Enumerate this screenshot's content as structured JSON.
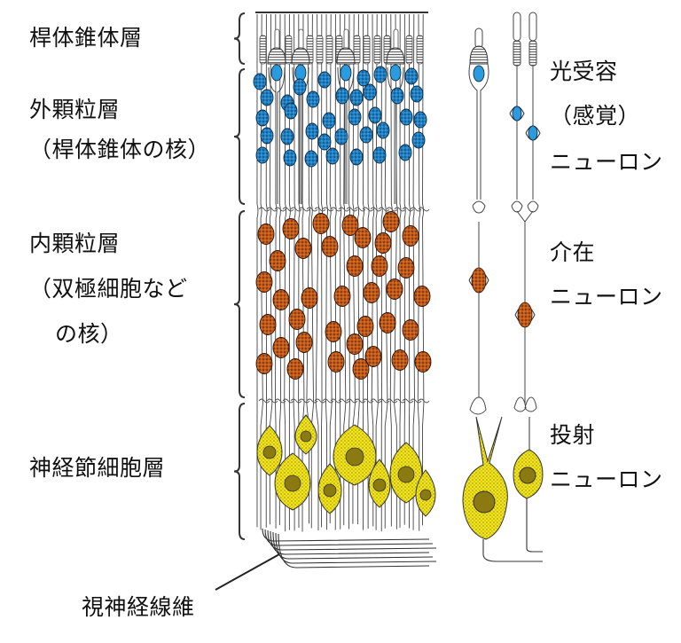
{
  "title": "網膜の層構造",
  "left_labels": {
    "rod_cone_layer": "桿体錐体層",
    "outer_nuclear_layer": "外顆粒層",
    "outer_nuclear_note": "（桿体錐体の核）",
    "inner_nuclear_layer": "内顆粒層",
    "inner_nuclear_note_1": "（双極細胞など",
    "inner_nuclear_note_2": "の核）",
    "ganglion_cell_layer": "神経節細胞層",
    "optic_nerve_fibers": "視神経線維"
  },
  "right_labels": {
    "photoreceptor_1": "光受容",
    "photoreceptor_2": "（感覚）",
    "photoreceptor_3": "ニューロン",
    "interneuron_1": "介在",
    "interneuron_2": "ニューロン",
    "projection_1": "投射",
    "projection_2": "ニューロン"
  },
  "colors": {
    "photoreceptor_nucleus": "#1e7fc0",
    "bipolar_nucleus": "#b5501c",
    "ganglion_cell": "#f0e21a",
    "line": "#333333"
  }
}
